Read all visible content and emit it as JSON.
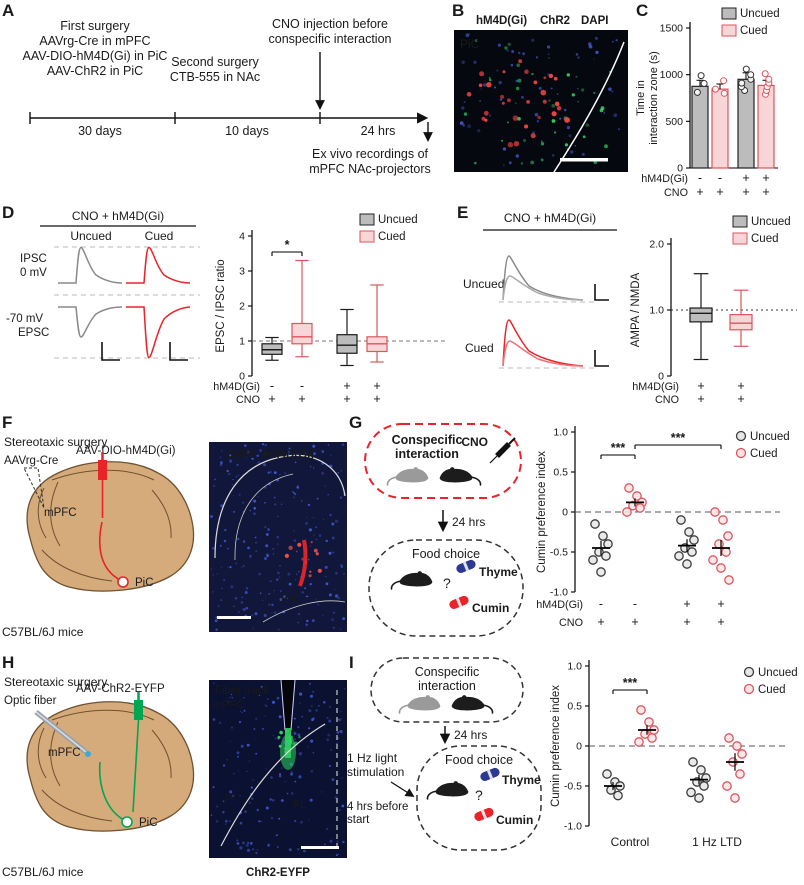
{
  "colors": {
    "red": "#e8232a",
    "green": "#00a651",
    "dapi_blue": "#4053c8",
    "navy": "#2b3990",
    "light_blue": "#29abe2",
    "yellow": "#f0e13c",
    "uncued_fill": "#bcbcbc",
    "uncued_stroke": "#1a1a1a",
    "cued_fill": "#f8d6d7",
    "cued_stroke": "#d9565e",
    "brain_fill": "#d6ab7c",
    "brain_stroke": "#6e5130"
  },
  "panels": {
    "A": {
      "label": "A",
      "first_surgery": "First surgery",
      "aavrg": "AAVrg-Cre in mPFC",
      "hm4d": "AAV-DIO-hM4D(Gi) in PiC",
      "chr2": "AAV-ChR2 in PiC",
      "second_surgery": "Second surgery",
      "ctb": "CTB-555 in NAc",
      "cno_line1": "CNO injection before",
      "cno_line2": "conspecific interaction",
      "interval1": "30 days",
      "interval2": "10 days",
      "interval3": "24 hrs",
      "exvivo_line1": "Ex vivo recordings of",
      "exvivo_line2": "mPFC NAc-projectors"
    },
    "B": {
      "label": "B",
      "legend1": "hM4D(Gi)",
      "legend2": "ChR2",
      "legend3": "DAPI",
      "region": "PiC"
    },
    "C": {
      "label": "C",
      "ylabel_line1": "Time in",
      "ylabel_line2": "interaction zone (s)",
      "legend_uncued": "Uncued",
      "legend_cued": "Cued"
    },
    "D": {
      "label": "D",
      "header": "CNO + hM4D(Gi)",
      "col_uncued": "Uncued",
      "col_cued": "Cued",
      "ipsc": "IPSC",
      "mv0": "0 mV",
      "mv70": "-70 mV",
      "epsc": "EPSC",
      "legend_uncued": "Uncued",
      "legend_cued": "Cued"
    },
    "E": {
      "label": "E",
      "header": "CNO + hM4D(Gi)",
      "row_uncued": "Uncued",
      "row_cued": "Cued",
      "legend_uncued": "Uncued",
      "legend_cued": "Cued"
    },
    "F": {
      "label": "F",
      "title": "Stereotaxic surgery",
      "aavrg": "AAVrg-Cre",
      "aav": "AAV-DIO-hM4D(Gi)",
      "mpfc": "mPFC",
      "pic": "PiC",
      "mice": "C57BL/6J mice",
      "img_dapi": "DAPI",
      "img_hm4d": "hM4D(Gi)",
      "img_region": "PiC"
    },
    "G": {
      "label": "G",
      "interaction_line1": "Conspecific",
      "interaction_line2": "interaction",
      "cno": "CNO",
      "delay": "24 hrs",
      "food_choice": "Food choice",
      "question": "?",
      "thyme": "Thyme",
      "cumin": "Cumin",
      "legend_uncued": "Uncued",
      "legend_cued": "Cued"
    },
    "H": {
      "label": "H",
      "title": "Stereotaxic surgery",
      "fiber": "Optic fiber",
      "aav": "AAV-ChR2-EYFP",
      "mpfc": "mPFC",
      "pic": "PiC",
      "mice": "C57BL/6J mice",
      "img_title": "Fiber track",
      "img_mpfc": "mPFC",
      "img_cc": "cc",
      "img_pl": "PL",
      "img_label": "ChR2-EYFP"
    },
    "I": {
      "label": "I",
      "interaction_line1": "Conspecific",
      "interaction_line2": "interaction",
      "delay": "24 hrs",
      "stim_line1": "1 Hz light",
      "stim_line2": "stimulation",
      "before_line1": "4 hrs before",
      "before_line2": "start",
      "food_choice": "Food choice",
      "question": "?",
      "thyme": "Thyme",
      "cumin": "Cumin",
      "legend_uncued": "Uncued",
      "legend_cued": "Cued"
    }
  },
  "chart_data": [
    {
      "id": "C",
      "type": "bar",
      "ylabel": "Time in interaction zone (s)",
      "ylim": [
        0,
        1500
      ],
      "yticks": [
        "0",
        "500",
        "1000",
        "1500"
      ],
      "groups": [
        "uncued",
        "cued",
        "uncued",
        "cued"
      ],
      "values": [
        875,
        845,
        950,
        885
      ],
      "errors": [
        65,
        55,
        70,
        55
      ],
      "points": [
        [
          810,
          905,
          990
        ],
        [
          800,
          845,
          935
        ],
        [
          830,
          870,
          910,
          950,
          1000,
          1060
        ],
        [
          790,
          830,
          870,
          910,
          950,
          1010
        ]
      ],
      "xrows": [
        {
          "label": "hM4D(Gi)",
          "values": [
            "-",
            "-",
            "+",
            "+"
          ]
        },
        {
          "label": "CNO",
          "values": [
            "+",
            "+",
            "+",
            "+"
          ]
        }
      ]
    },
    {
      "id": "D",
      "type": "box",
      "ylabel": "EPSC / IPSC ratio",
      "ylim": [
        0,
        4
      ],
      "yticks": [
        "0",
        "1",
        "2",
        "3",
        "4"
      ],
      "refline": 1,
      "groups": [
        "uncued",
        "cued",
        "uncued",
        "cued"
      ],
      "boxes": [
        {
          "whislo": 0.45,
          "q1": 0.62,
          "med": 0.75,
          "q3": 0.92,
          "whishi": 1.1
        },
        {
          "whislo": 0.55,
          "q1": 0.92,
          "med": 1.12,
          "q3": 1.5,
          "whishi": 3.3
        },
        {
          "whislo": 0.3,
          "q1": 0.65,
          "med": 0.88,
          "q3": 1.18,
          "whishi": 1.9
        },
        {
          "whislo": 0.4,
          "q1": 0.7,
          "med": 0.92,
          "q3": 1.12,
          "whishi": 2.6
        }
      ],
      "significance": [
        {
          "from": 0,
          "to": 1,
          "text": "*"
        }
      ],
      "xrows": [
        {
          "label": "hM4D(Gi)",
          "values": [
            "-",
            "-",
            "+",
            "+"
          ]
        },
        {
          "label": "CNO",
          "values": [
            "+",
            "+",
            "+",
            "+"
          ]
        }
      ]
    },
    {
      "id": "E",
      "type": "box",
      "ylabel": "AMPA / NMDA",
      "ylim": [
        0,
        2
      ],
      "yticks": [
        "0",
        "1.0",
        "2.0"
      ],
      "refline": 1,
      "groups": [
        "uncued",
        "cued"
      ],
      "boxes": [
        {
          "whislo": 0.25,
          "q1": 0.82,
          "med": 0.95,
          "q3": 1.03,
          "whishi": 1.55
        },
        {
          "whislo": 0.45,
          "q1": 0.7,
          "med": 0.8,
          "q3": 0.93,
          "whishi": 1.3
        }
      ],
      "significance": [],
      "xrows": [
        {
          "label": "hM4D(Gi)",
          "values": [
            "+",
            "+"
          ]
        },
        {
          "label": "CNO",
          "values": [
            "+",
            "+"
          ]
        }
      ]
    },
    {
      "id": "G",
      "type": "scatter",
      "ylabel": "Cumin preference index",
      "ylim": [
        -1,
        1
      ],
      "yticks": [
        "1.0",
        "0.5",
        "0",
        "-0.5",
        "-1.0"
      ],
      "refline": 0,
      "groups": [
        "uncued",
        "cued",
        "uncued",
        "cued"
      ],
      "means": [
        -0.45,
        0.12,
        -0.42,
        -0.45
      ],
      "sems": [
        0.09,
        0.05,
        0.08,
        0.1
      ],
      "points": [
        [
          -0.15,
          -0.3,
          -0.4,
          -0.5,
          -0.55,
          -0.6,
          -0.75
        ],
        [
          0.3,
          0.2,
          0.12,
          0.08,
          0.05,
          0.0
        ],
        [
          -0.1,
          -0.25,
          -0.35,
          -0.45,
          -0.5,
          -0.55,
          -0.65
        ],
        [
          0.0,
          -0.1,
          -0.3,
          -0.4,
          -0.5,
          -0.6,
          -0.7,
          -0.85
        ]
      ],
      "significance": [
        {
          "from": 0,
          "to": 1,
          "text": "***"
        },
        {
          "from": 1,
          "to": 3,
          "text": "***"
        }
      ],
      "xrows": [
        {
          "label": "hM4D(Gi)",
          "values": [
            "-",
            "-",
            "+",
            "+"
          ]
        },
        {
          "label": "CNO",
          "values": [
            "+",
            "+",
            "+",
            "+"
          ]
        }
      ]
    },
    {
      "id": "I",
      "type": "scatter",
      "ylabel": "Cumin preference index",
      "ylim": [
        -1,
        1
      ],
      "yticks": [
        "1.0",
        "0.5",
        "0",
        "-0.5",
        "-1.0"
      ],
      "refline": 0,
      "groups": [
        "uncued",
        "cued",
        "uncued",
        "cued"
      ],
      "means": [
        -0.5,
        0.2,
        -0.42,
        -0.2
      ],
      "sems": [
        0.05,
        0.06,
        0.06,
        0.11
      ],
      "points": [
        [
          -0.35,
          -0.45,
          -0.5,
          -0.55,
          -0.62
        ],
        [
          0.45,
          0.3,
          0.2,
          0.15,
          0.1,
          0.05
        ],
        [
          -0.2,
          -0.3,
          -0.4,
          -0.45,
          -0.5,
          -0.58,
          -0.65
        ],
        [
          0.1,
          0.0,
          -0.1,
          -0.2,
          -0.35,
          -0.5,
          -0.65
        ]
      ],
      "significance": [
        {
          "from": 0,
          "to": 1,
          "text": "***"
        }
      ],
      "xrows": [],
      "xlabels": [
        {
          "text": "Control",
          "blue": false
        },
        {
          "text": "1 Hz LTD",
          "blue": true
        }
      ]
    }
  ]
}
